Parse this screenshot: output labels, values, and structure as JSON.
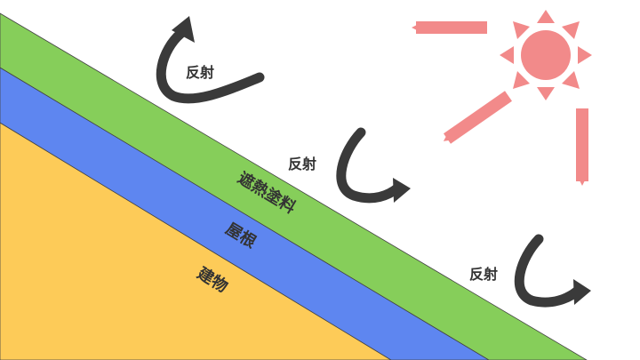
{
  "layers": {
    "coating": "遮熱塗料",
    "roof": "屋根",
    "building": "建物"
  },
  "reflections": [
    "反射",
    "反射",
    "反射"
  ],
  "colors": {
    "coating": "#86CE5A",
    "roof": "#5E86F0",
    "building": "#FDCB58",
    "sun": "#F28A8A",
    "arrow_dark": "#3A3A3A",
    "text": "#333333"
  },
  "icons": {
    "sun": "sun-icon",
    "ray": "ray-arrow-icon",
    "reflection": "curved-reflection-arrow-icon"
  }
}
